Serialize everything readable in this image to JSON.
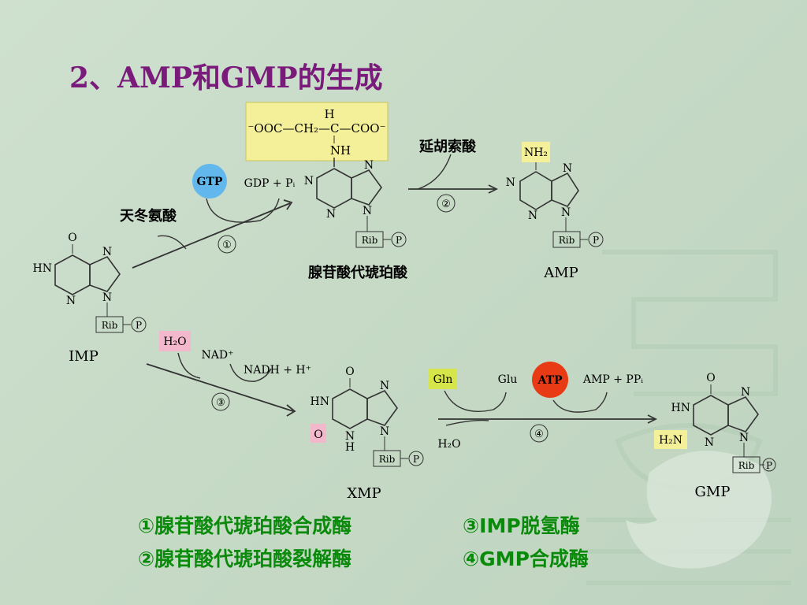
{
  "slide": {
    "title": "2、AMP和GMP的生成"
  },
  "diagram": {
    "succinyl_group": "⁻OOC—CH₂—C—COO⁻",
    "succinyl_h": "H",
    "succinyl_nh": "NH",
    "gtp": "GTP",
    "gdp_pi": "GDP + Pᵢ",
    "aspartate": "天冬氨酸",
    "fumarate": "延胡索酸",
    "step1": "①",
    "step2": "②",
    "step3": "③",
    "step4": "④",
    "adenylosuccinate": "腺苷酸代琥珀酸",
    "amp": "AMP",
    "amp_nh2": "NH₂",
    "imp": "IMP",
    "h2o_top": "H₂O",
    "nad": "NAD⁺",
    "nadh": "NADH + H⁺",
    "xmp": "XMP",
    "gln": "Gln",
    "glu": "Glu",
    "atp": "ATP",
    "amp_ppi": "AMP + PPᵢ",
    "h2o_bottom": "H₂O",
    "gmp": "GMP",
    "gmp_h2n": "H₂N",
    "xmp_o": "O",
    "rib": "Rib",
    "p": "P",
    "o": "O",
    "hn": "HN",
    "n": "N",
    "h": "H"
  },
  "legend": {
    "enzyme1": "①腺苷酸代琥珀酸合成酶",
    "enzyme3": "③IMP脱氢酶",
    "enzyme2": "②腺苷酸代琥珀酸裂解酶",
    "enzyme4": "④GMP合成酶"
  },
  "colors": {
    "title": "#7a1a7a",
    "legend": "#0a8a0a",
    "succinyl_highlight": "#f4f09a",
    "gtp": "#62b8ec",
    "atp": "#e83a14",
    "h2o_highlight": "#f4b8cc",
    "gln_highlight": "#d6e64a",
    "nh2_highlight": "#f4f09a"
  }
}
